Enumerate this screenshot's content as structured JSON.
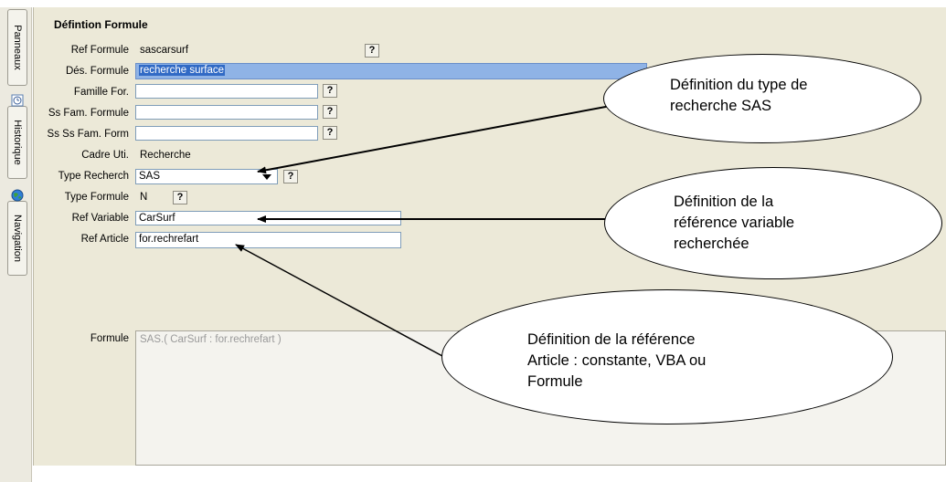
{
  "tabs": {
    "panneaux": "Panneaux",
    "historique": "Historique",
    "navigation": "Navigation"
  },
  "section_title": "Défintion Formule",
  "fields": {
    "ref_formule": {
      "label": "Ref Formule",
      "value": "sascarsurf"
    },
    "des_formule": {
      "label": "Dés. Formule",
      "value": "recherche surface"
    },
    "famille_for": {
      "label": "Famille For.",
      "value": ""
    },
    "ss_fam_formule": {
      "label": "Ss Fam. Formule",
      "value": ""
    },
    "ss_ss_fam_form": {
      "label": "Ss Ss Fam. Form",
      "value": ""
    },
    "cadre_uti": {
      "label": "Cadre Uti.",
      "value": "Recherche"
    },
    "type_recherch": {
      "label": "Type Recherch",
      "value": "SAS"
    },
    "type_formule": {
      "label": "Type Formule",
      "value": "N"
    },
    "ref_variable": {
      "label": "Ref Variable",
      "value": "CarSurf"
    },
    "ref_article": {
      "label": "Ref Article",
      "value": "for.rechrefart"
    },
    "formule": {
      "label": "Formule",
      "value": "SAS.( CarSurf : for.rechrefart )"
    }
  },
  "help_glyph": "?",
  "callouts": {
    "type": [
      "Définition du type de",
      "recherche SAS"
    ],
    "variable": [
      "Définition de la",
      "référence variable",
      "recherchée"
    ],
    "article": [
      "Définition de la référence",
      "Article : constante, VBA ou",
      "Formule"
    ]
  }
}
